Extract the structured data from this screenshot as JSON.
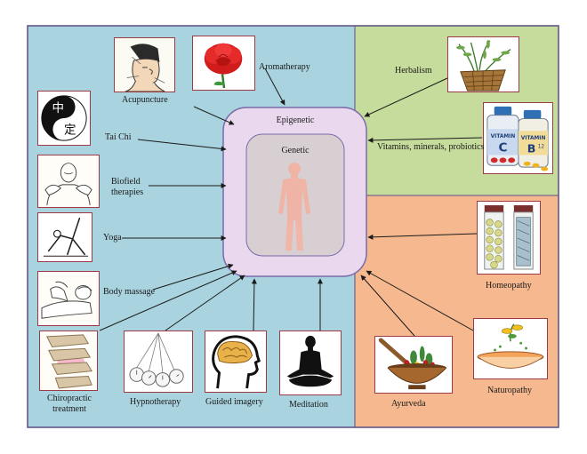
{
  "colors": {
    "left_panel": "#a9d3df",
    "top_right_panel": "#c6dc9c",
    "bottom_right_panel": "#f6b98f",
    "outer_frame": "#5a4f86",
    "epigenetic_fill": "#ead9ee",
    "genetic_fill": "#d8cfd3",
    "body_silhouette": "#f3b2a3",
    "image_border": "#9c3a46"
  },
  "center": {
    "outer_label": "Epigenetic",
    "inner_label": "Genetic"
  },
  "therapies": [
    {
      "name": "acupuncture",
      "label": "Acupuncture",
      "icon": "acupuncture-face-icon"
    },
    {
      "name": "aromatherapy",
      "label": "Aromatherapy",
      "icon": "rose-icon"
    },
    {
      "name": "tai-chi",
      "label": "Tai Chi",
      "icon": "yin-yang-icon"
    },
    {
      "name": "biofield-therapies",
      "label": "Biofield\ntherapies",
      "icon": "biofield-hands-icon"
    },
    {
      "name": "yoga",
      "label": "Yoga",
      "icon": "yoga-pose-icon"
    },
    {
      "name": "body-massage",
      "label": "Body massage",
      "icon": "massage-icon"
    },
    {
      "name": "chiropractic-treatment",
      "label": "Chiropractic\ntreatment",
      "icon": "spine-icon"
    },
    {
      "name": "hypnotherapy",
      "label": "Hypnotherapy",
      "icon": "pocket-watch-icon"
    },
    {
      "name": "guided-imagery",
      "label": "Guided imagery",
      "icon": "brain-head-icon"
    },
    {
      "name": "meditation",
      "label": "Meditation",
      "icon": "meditation-silhouette-icon"
    },
    {
      "name": "herbalism",
      "label": "Herbalism",
      "icon": "herb-basket-icon"
    },
    {
      "name": "vitamins",
      "label": "Vitamins, minerals, probiotics",
      "icon": "vitamin-bottles-icon"
    },
    {
      "name": "homeopathy",
      "label": "Homeopathy",
      "icon": "pill-tubes-icon"
    },
    {
      "name": "naturopathy",
      "label": "Naturopathy",
      "icon": "herb-bowl-icon"
    },
    {
      "name": "ayurveda",
      "label": "Ayurveda",
      "icon": "mortar-pestle-icon"
    }
  ],
  "yin_yang_text": {
    "top": "中",
    "bottom": "定"
  },
  "vitamin_text": {
    "word": "VITAMIN",
    "c": "C",
    "b": "B",
    "sub": "12"
  }
}
